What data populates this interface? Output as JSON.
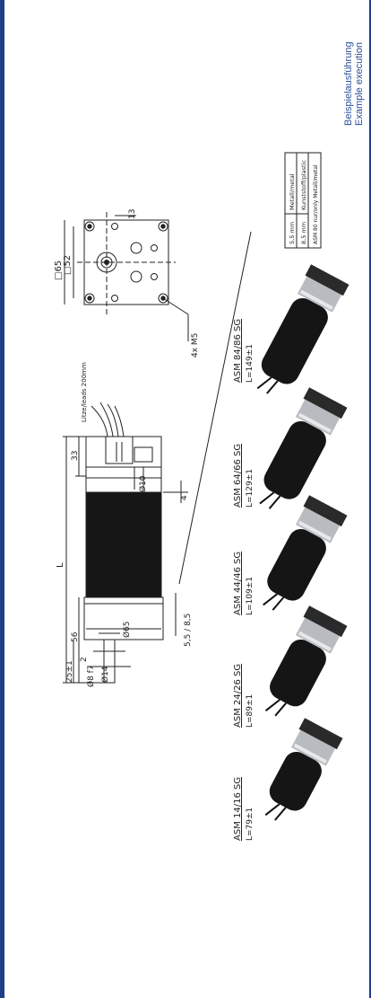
{
  "header": {
    "line1": "Beispielausführung",
    "line2": "Example execution"
  },
  "drawing": {
    "leads_label": "Litze/leads 200mm",
    "dim_L": "L",
    "dim_33": "33",
    "dim_56": "56",
    "dim_25": "25±1",
    "dim_2": "2",
    "dim_4": "4",
    "dim_phi10": "Ø10",
    "dim_phi65": "Ø65",
    "dim_phi8": "Ø8 f7",
    "dim_phi14": "Ø14",
    "dim_55_85": "5,5 / 8,5",
    "dim_sq65": "□65",
    "dim_sq52": "□52",
    "dim_13": "13",
    "dim_4xM5": "4x M5"
  },
  "table": {
    "rows": [
      {
        "value": "5,5  mm",
        "desc": "Metall/metal"
      },
      {
        "value": "8,5  mm",
        "desc": "Kunststoff/plastic"
      },
      {
        "value": "",
        "desc": "ASM 80 nur/only Metall/metal"
      }
    ]
  },
  "models": [
    {
      "name": "ASM 14/16 SG",
      "length": "L=79±1"
    },
    {
      "name": "ASM 24/26 SG",
      "length": "L=89±1"
    },
    {
      "name": "ASM 44/46 SG",
      "length": "L=109±1"
    },
    {
      "name": "ASM 64/66 SG",
      "length": "L=129±1"
    },
    {
      "name": "ASM 84/86 SG",
      "length": "L=149±1"
    }
  ],
  "colors": {
    "accent": "#1f3f86",
    "motor": "#1a1a1a"
  }
}
